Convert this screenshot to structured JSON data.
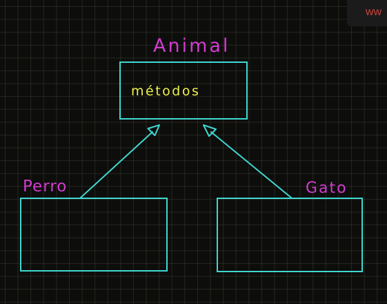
{
  "colors": {
    "background": "#0d0d0b",
    "box_stroke": "#3fd9d2",
    "class_name": "#d23cd0",
    "method_text": "#eef24a",
    "corner_text": "#c8453e"
  },
  "corner": {
    "text": "ww"
  },
  "classes": {
    "animal": {
      "name": "Animal",
      "body": "métodos"
    },
    "perro": {
      "name": "Perro"
    },
    "gato": {
      "name": "Gato"
    }
  }
}
